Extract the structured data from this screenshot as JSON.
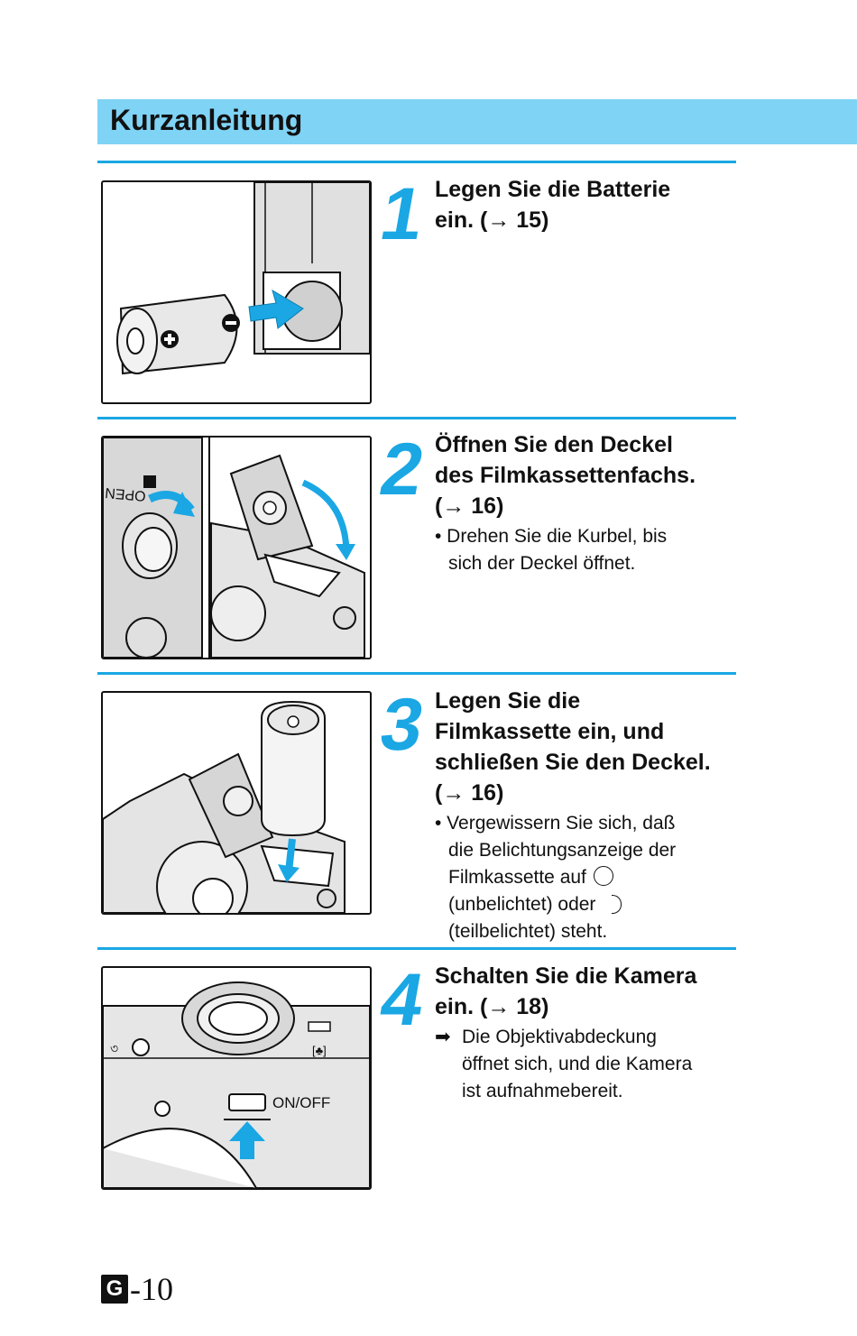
{
  "header": {
    "title": "Kurzanleitung",
    "color": "#7fd3f5"
  },
  "accent_color": "#1aa7e4",
  "steps": [
    {
      "number": "1",
      "title_lines": [
        "Legen Sie die Batterie",
        "ein. (→ 15)"
      ],
      "figure": {
        "icon": "battery-insert-illustration",
        "labels": []
      }
    },
    {
      "number": "2",
      "title_lines": [
        "Öffnen Sie den Deckel",
        "des Filmkassettenfachs.",
        "(→ 16)"
      ],
      "bullet_lines": [
        "• Drehen Sie die Kurbel, bis",
        "sich der Deckel öffnet."
      ],
      "figure": {
        "icon": "open-cartridge-lid-illustration",
        "labels": [
          "OPEN"
        ]
      }
    },
    {
      "number": "3",
      "title_lines": [
        "Legen Sie die",
        "Filmkassette ein, und",
        "schließen Sie den Deckel.",
        "(→ 16)"
      ],
      "bullet_lines": [
        "• Vergewissern Sie sich, daß",
        "die Belichtungsanzeige der",
        "Filmkassette auf",
        "(unbelichtet) oder",
        "(teilbelichtet) steht."
      ],
      "figure": {
        "icon": "insert-film-cartridge-illustration",
        "labels": []
      }
    },
    {
      "number": "4",
      "title_lines": [
        "Schalten Sie die Kamera",
        "ein. (→ 18)"
      ],
      "note_arrow": "➡",
      "note_lines": [
        "Die Objektivabdeckung",
        "öffnet sich, und die Kamera",
        "ist aufnahmebereit."
      ],
      "figure": {
        "icon": "power-on-illustration",
        "labels": [
          "ON/OFF"
        ]
      }
    }
  ],
  "footer": {
    "language": "G",
    "page": "-10"
  }
}
